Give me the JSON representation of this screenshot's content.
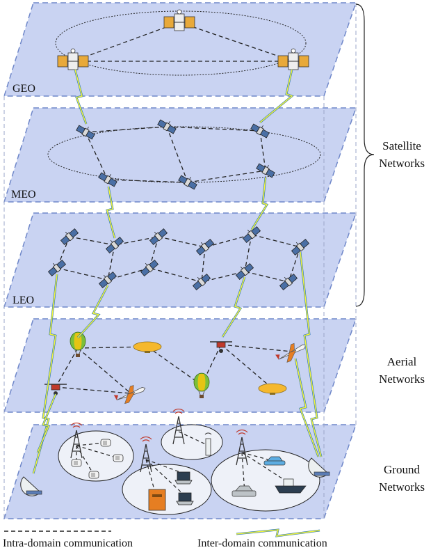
{
  "layers": {
    "geo": "GEO",
    "meo": "MEO",
    "leo": "LEO"
  },
  "groups": {
    "satellite": [
      "Satellite",
      "Networks"
    ],
    "aerial": [
      "Aerial",
      "Networks"
    ],
    "ground": [
      "Ground",
      "Networks"
    ]
  },
  "legend": {
    "intra": "Intra-domain communication",
    "inter": "Inter-domain communication"
  },
  "colors": {
    "plane_fill": "#c9d3f2",
    "plane_edge": "#6f87c9",
    "link_bolt": "#f4f43a",
    "link_line": "#1f6fb5"
  }
}
